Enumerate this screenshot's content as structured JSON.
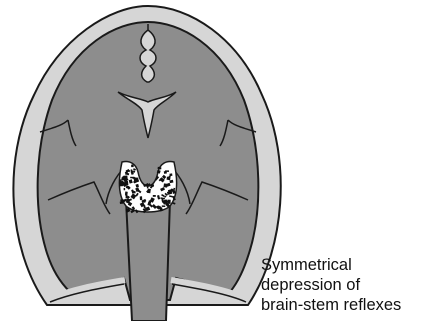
{
  "caption": {
    "lines": [
      "Symmetrical",
      "depression of",
      "brain-stem reflexes"
    ]
  },
  "colors": {
    "outline": "#1a1a1a",
    "skull": "#d6d6d6",
    "brain": "#8d8d8d",
    "lesion_bg": "#ffffff",
    "lesion_spots": "#111111"
  }
}
